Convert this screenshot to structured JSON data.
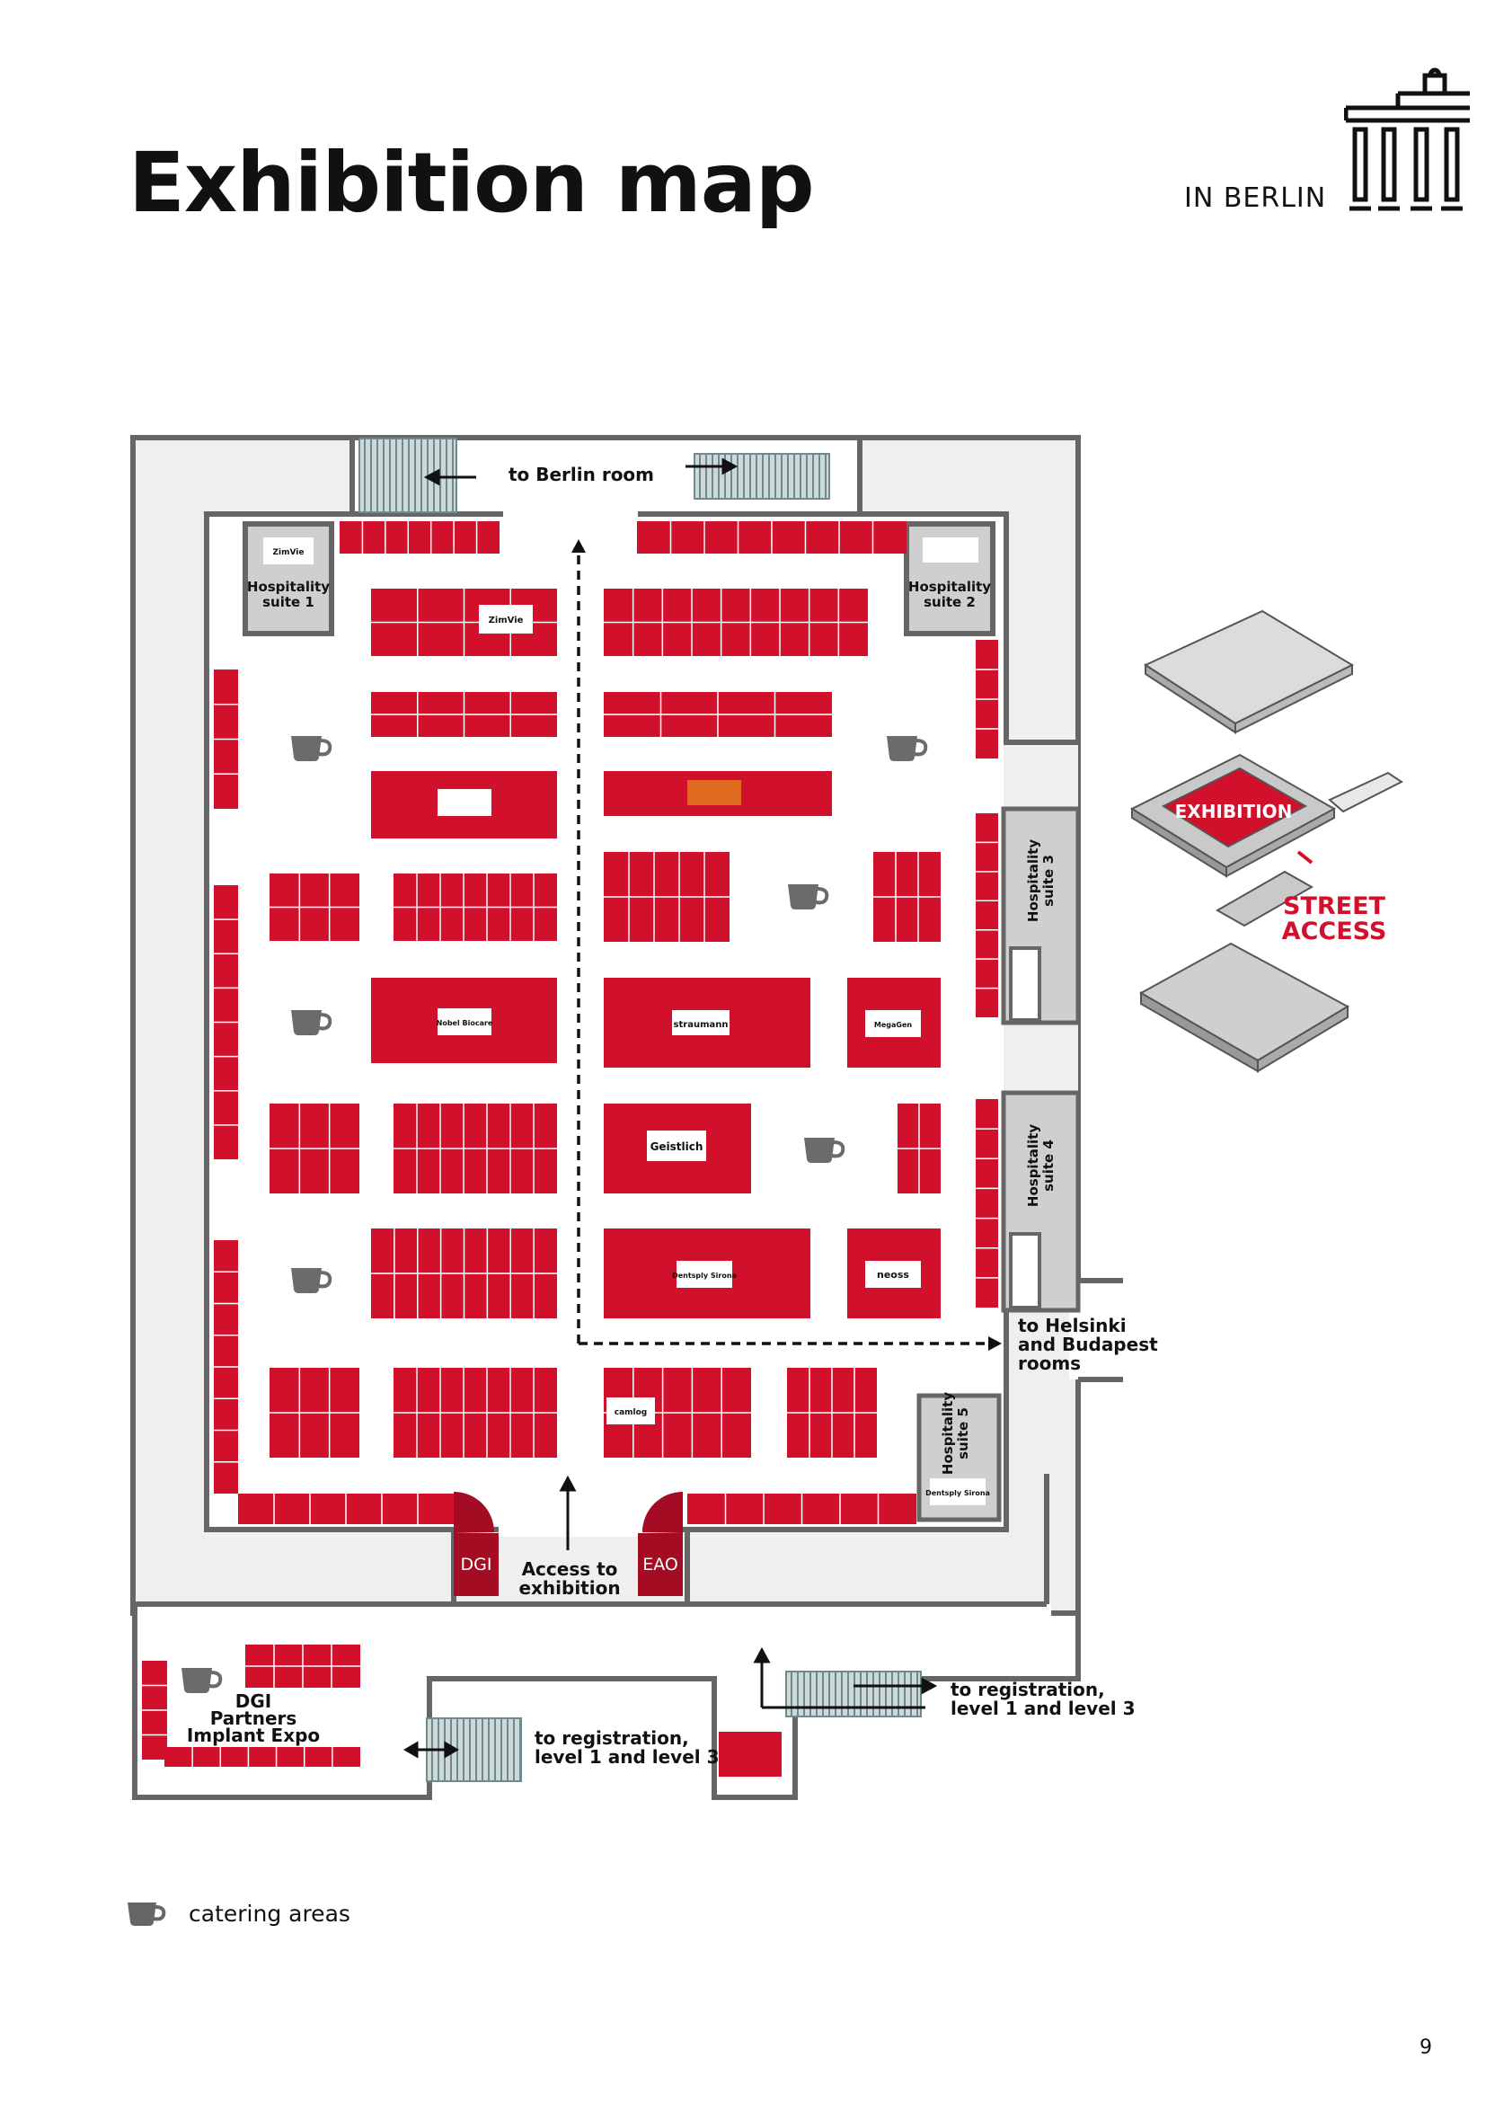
{
  "page": {
    "title": "Exhibition map",
    "city": "IN BERLIN",
    "page_number": "9"
  },
  "icons": {
    "gate": "brandenburg-gate-icon",
    "cup": "coffee-cup-icon",
    "arrow": "arrow-icon"
  },
  "colors": {
    "booth": "#d1102b",
    "booth_dark": "#a30c22",
    "wall": "#666666",
    "corridor": "#efefef",
    "suite": "#cfcfcf",
    "stairs": "#6e8a8a"
  },
  "map": {
    "to_berlin_room": "to Berlin room",
    "hospitality_suite_1": [
      "Hospitality",
      "suite 1"
    ],
    "hospitality_suite_2": [
      "Hospitality",
      "suite 2"
    ],
    "hospitality_suite_3": [
      "Hospitality",
      "suite 3"
    ],
    "hospitality_suite_4": [
      "Hospitality",
      "suite 4"
    ],
    "hospitality_suite_5": [
      "Hospitality",
      "suite 5"
    ],
    "to_helsinki": [
      "to Helsinki",
      "and Budapest",
      "rooms"
    ],
    "access": [
      "Access to",
      "exhibition"
    ],
    "dgi": "DGI",
    "eao": "EAO",
    "dgi_expo": [
      "DGI",
      "Partners",
      "Implant Expo"
    ],
    "to_registration_left": [
      "to registration,",
      "level 1 and level 3"
    ],
    "to_registration_right": [
      "to registration,",
      "level 1 and level 3"
    ],
    "logos": {
      "zimvie": "ZimVie",
      "straumann": "straumann",
      "nobel": "Nobel Biocare",
      "geistlich": "Geistlich",
      "dentsply": "Dentsply Sirona",
      "neoss": "neoss",
      "osteology": "",
      "camlog": "camlog",
      "megagen": "MegaGen"
    }
  },
  "iso": {
    "exhibition": "EXHIBITION",
    "street_access": [
      "STREET",
      "ACCESS"
    ]
  },
  "legend": {
    "catering": "catering areas"
  }
}
